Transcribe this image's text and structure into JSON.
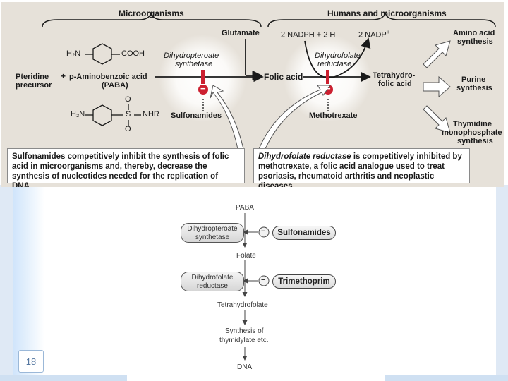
{
  "top": {
    "microorganisms": "Microorganisms",
    "humans_micro": "Humans and microorganisms",
    "glutamate": "Glutamate",
    "nadph": "2 NADPH + 2 H",
    "nadph_sup": "+",
    "nadp": "2 NADP",
    "nadp_sup": "+",
    "amino1": "Amino acid",
    "amino2": "synthesis",
    "h2n_top": "H₂N",
    "cooh": "COOH",
    "dps1": "Dihydropteroate",
    "dps2": "synthetase",
    "dfr1": "Dihydrofolate",
    "dfr2": "reductase",
    "pteridine1": "Pteridine",
    "pteridine2": "precursor",
    "plus": "+",
    "paba1": "p-Aminobenzoic acid",
    "paba2": "(PABA)",
    "folic": "Folic acid",
    "thf1": "Tetrahydro-",
    "thf2": "folic acid",
    "purine1": "Purine",
    "purine2": "synthesis",
    "o_top": "O",
    "s": "S",
    "o_bot": "O",
    "h2n_bot": "H₂N",
    "nhr": "NHR",
    "minus": "−",
    "sulfonamides": "Sulfonamides",
    "methotrexate": "Methotrexate",
    "thym1": "Thymidine",
    "thym2": "monophosphate",
    "thym3": "synthesis",
    "caption_left": "Sulfonamides competitively inhibit the synthesis of folic acid in microorganisms and, thereby, decrease the synthesis of nucleotides needed for the replication of DNA.",
    "caption_right_em": "Dihydrofolate reductase",
    "caption_right_rest": " is competitively inhibited by methotrexate, a folic acid analogue used to treat psoriasis, rheumatoid arthritis and neoplastic diseases."
  },
  "bottom": {
    "paba": "PABA",
    "dps1": "Dihydropteroate",
    "dps2": "synthetase",
    "sulfonamides": "Sulfonamides",
    "folate": "Folate",
    "dhfr1": "Dihydrofolate",
    "dhfr2": "reductase",
    "trimethoprim": "Trimethoprim",
    "thf": "Tetrahydrofolate",
    "syn1": "Synthesis of",
    "syn2": "thymidylate etc.",
    "dna": "DNA",
    "minus": "−"
  },
  "slide": {
    "page_number": "18"
  },
  "colors": {
    "inhibit_red": "#cc2030",
    "arrow_gray": "#333333",
    "figure_bg": "#e6e1d9"
  }
}
